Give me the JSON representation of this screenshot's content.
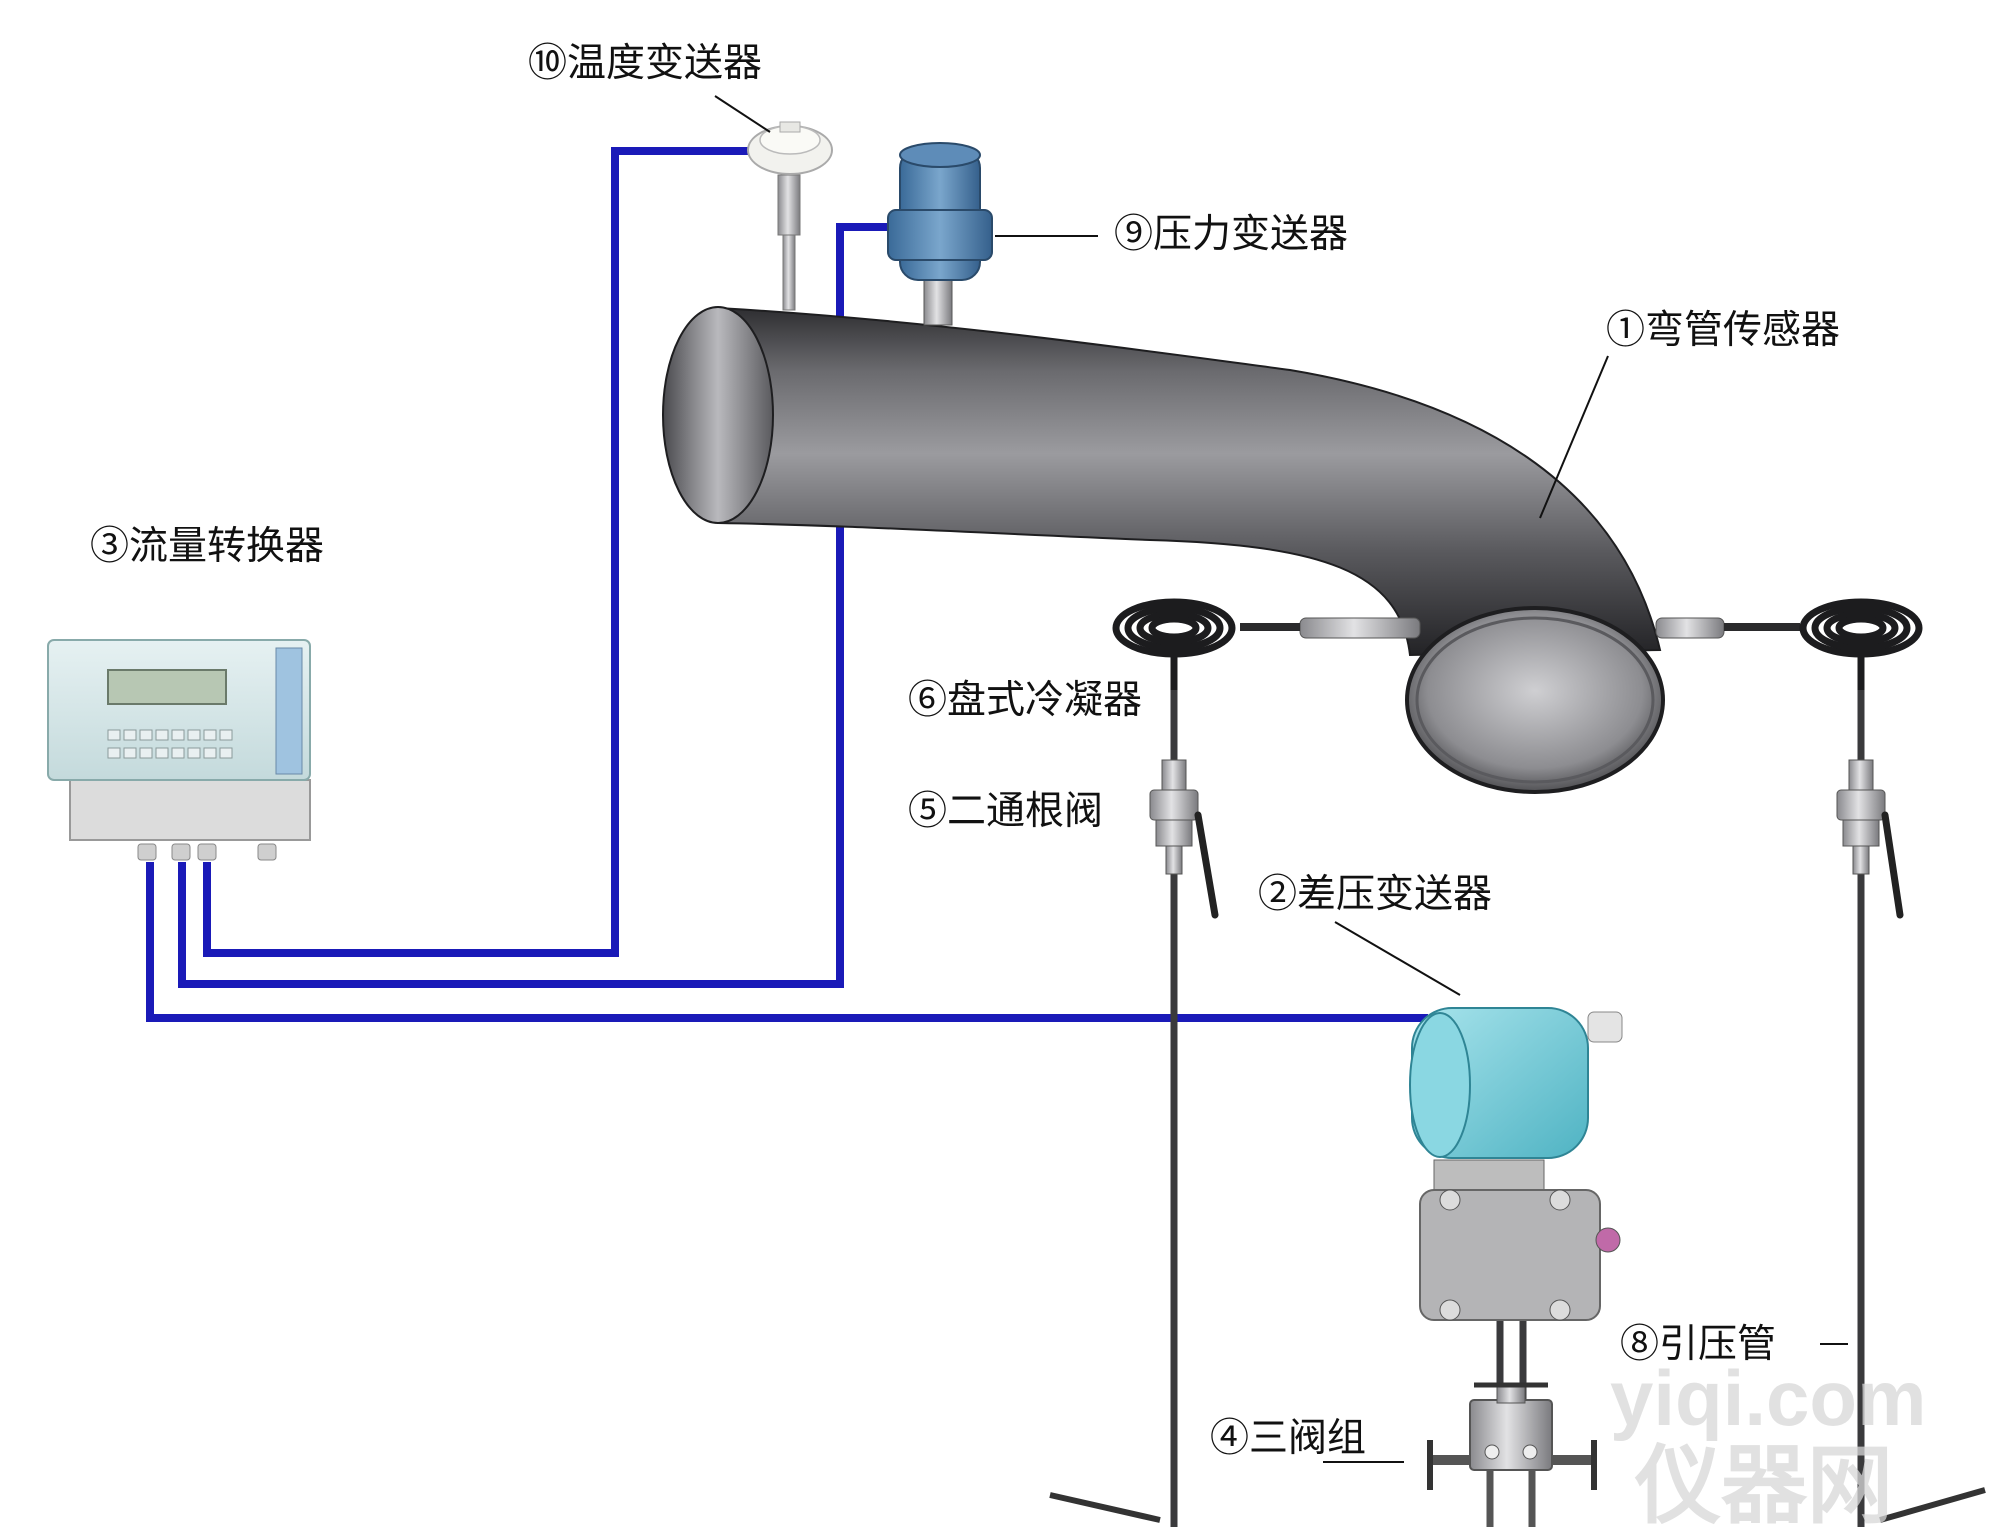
{
  "labels": {
    "temp_transmitter": "⑩温度变送器",
    "pressure_transmitter": "⑨压力变送器",
    "bend_sensor": "①弯管传感器",
    "flow_converter": "③流量转换器",
    "coil_condenser": "⑥盘式冷凝器",
    "two_way_valve": "⑤二通根阀",
    "dp_transmitter": "②差压变送器",
    "impulse_tube": "⑧引压管",
    "three_valve": "④三阀组"
  },
  "watermark": {
    "domain": "yiqi.com",
    "cn": "仪器网"
  },
  "colors": {
    "cable": "#1a1ab8",
    "pipe": "#4a4a4e",
    "converter": "#cfe4e6",
    "dp_transmitter": "#7fd0dc",
    "pressure_transmitter": "#4f7fb0"
  }
}
